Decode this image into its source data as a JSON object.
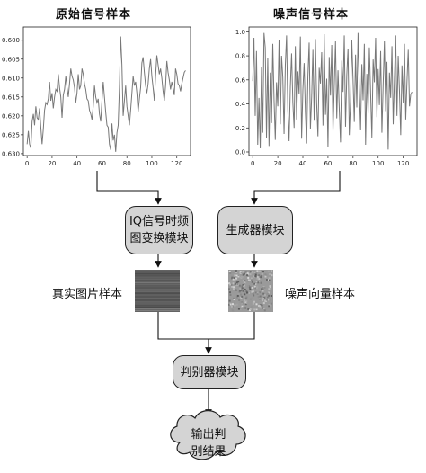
{
  "titles": {
    "original": "原始信号样本",
    "noise": "噪声信号样本"
  },
  "blocks": {
    "iq_transform": [
      "IQ信号时频",
      "图变换模块"
    ],
    "generator": "生成器模块",
    "discriminator": "判别器模块",
    "output": [
      "输出判",
      "别结果"
    ]
  },
  "labels": {
    "real_image": "真实图片样本",
    "noise_vector": "噪声向量样本"
  },
  "colors": {
    "box_fill": "#d4d4d4",
    "line": "#777777",
    "arrow": "#111111"
  },
  "chart_data": [
    {
      "type": "line",
      "title": "原始信号样本",
      "x_ticks": [
        "0",
        "20",
        "40",
        "60",
        "80",
        "100",
        "120"
      ],
      "y_ticks": [
        "0.600",
        "0.605",
        "0.610",
        "0.615",
        "0.620",
        "0.625",
        "0.630"
      ],
      "xlim": [
        -3,
        131
      ],
      "ylim": [
        0.6305,
        0.5965
      ],
      "y_inverted": true,
      "series": [
        {
          "x": [
            0,
            1,
            2,
            3,
            4,
            5,
            6,
            7,
            8,
            9,
            10,
            11,
            12,
            13,
            14,
            15,
            16,
            17,
            18,
            19,
            20,
            21,
            22,
            23,
            24,
            25,
            26,
            27,
            28,
            29,
            30,
            31,
            32,
            33,
            34,
            35,
            36,
            37,
            38,
            39,
            40,
            41,
            42,
            43,
            44,
            45,
            46,
            47,
            48,
            49,
            50,
            51,
            52,
            53,
            54,
            55,
            56,
            57,
            58,
            59,
            60,
            61,
            62,
            63,
            64,
            65,
            66,
            67,
            68,
            69,
            70,
            71,
            72,
            73,
            74,
            75,
            76,
            77,
            78,
            79,
            80,
            81,
            82,
            83,
            84,
            85,
            86,
            87,
            88,
            89,
            90,
            91,
            92,
            93,
            94,
            95,
            96,
            97,
            98,
            99,
            100,
            101,
            102,
            103,
            104,
            105,
            106,
            107,
            108,
            109,
            110,
            111,
            112,
            113,
            114,
            115,
            116,
            117,
            118,
            119,
            120,
            121,
            122,
            123,
            124,
            125,
            126,
            127
          ],
          "values": [
            0.6275,
            0.624,
            0.6275,
            0.6285,
            0.6215,
            0.6195,
            0.6225,
            0.6175,
            0.6205,
            0.621,
            0.618,
            0.623,
            0.6275,
            0.6235,
            0.6185,
            0.6165,
            0.617,
            0.6155,
            0.611,
            0.616,
            0.614,
            0.618,
            0.615,
            0.613,
            0.6135,
            0.609,
            0.6125,
            0.615,
            0.6205,
            0.6145,
            0.613,
            0.6095,
            0.6125,
            0.615,
            0.6115,
            0.6075,
            0.6095,
            0.6105,
            0.6125,
            0.6165,
            0.614,
            0.609,
            0.613,
            0.612,
            0.6075,
            0.609,
            0.6115,
            0.613,
            0.6155,
            0.616,
            0.6185,
            0.6195,
            0.621,
            0.6175,
            0.612,
            0.615,
            0.6165,
            0.6155,
            0.6195,
            0.6215,
            0.616,
            0.611,
            0.615,
            0.619,
            0.6225,
            0.623,
            0.6275,
            0.629,
            0.622,
            0.6265,
            0.625,
            0.6295,
            0.6245,
            0.6225,
            0.6125,
            0.599,
            0.6065,
            0.62,
            0.616,
            0.612,
            0.6175,
            0.62,
            0.6225,
            0.6185,
            0.614,
            0.6095,
            0.612,
            0.611,
            0.614,
            0.619,
            0.6155,
            0.6125,
            0.606,
            0.6045,
            0.6085,
            0.612,
            0.614,
            0.6115,
            0.6075,
            0.605,
            0.6095,
            0.6125,
            0.616,
            0.6095,
            0.604,
            0.6065,
            0.609,
            0.6075,
            0.61,
            0.6135,
            0.616,
            0.612,
            0.6055,
            0.6085,
            0.6105,
            0.613,
            0.611,
            0.6125,
            0.6145,
            0.6075,
            0.609,
            0.6115,
            0.612,
            0.6135,
            0.6115,
            0.61,
            0.6085,
            0.608
          ]
        }
      ]
    },
    {
      "type": "line",
      "title": "噪声信号样本",
      "x_ticks": [
        "0",
        "20",
        "40",
        "60",
        "80",
        "100",
        "120"
      ],
      "y_ticks": [
        "0.0",
        "0.2",
        "0.4",
        "0.6",
        "0.8",
        "1.0"
      ],
      "xlim": [
        -3,
        131
      ],
      "ylim": [
        -0.03,
        1.04
      ],
      "series": [
        {
          "x": [
            0,
            1,
            2,
            3,
            4,
            5,
            6,
            7,
            8,
            9,
            10,
            11,
            12,
            13,
            14,
            15,
            16,
            17,
            18,
            19,
            20,
            21,
            22,
            23,
            24,
            25,
            26,
            27,
            28,
            29,
            30,
            31,
            32,
            33,
            34,
            35,
            36,
            37,
            38,
            39,
            40,
            41,
            42,
            43,
            44,
            45,
            46,
            47,
            48,
            49,
            50,
            51,
            52,
            53,
            54,
            55,
            56,
            57,
            58,
            59,
            60,
            61,
            62,
            63,
            64,
            65,
            66,
            67,
            68,
            69,
            70,
            71,
            72,
            73,
            74,
            75,
            76,
            77,
            78,
            79,
            80,
            81,
            82,
            83,
            84,
            85,
            86,
            87,
            88,
            89,
            90,
            91,
            92,
            93,
            94,
            95,
            96,
            97,
            98,
            99,
            100,
            101,
            102,
            103,
            104,
            105,
            106,
            107,
            108,
            109,
            110,
            111,
            112,
            113,
            114,
            115,
            116,
            117,
            118,
            119,
            120,
            121,
            122,
            123,
            124,
            125,
            126,
            127
          ],
          "values": [
            0.59,
            0.95,
            0.3,
            0.84,
            0.06,
            0.45,
            0.03,
            0.71,
            0.16,
            0.99,
            0.87,
            0.12,
            0.78,
            0.05,
            0.66,
            0.24,
            0.9,
            0.44,
            0.1,
            0.58,
            0.38,
            0.93,
            0.23,
            0.8,
            0.62,
            0.15,
            0.72,
            0.97,
            0.35,
            0.09,
            0.54,
            0.82,
            0.41,
            0.2,
            0.88,
            0.27,
            0.67,
            0.48,
            0.96,
            0.11,
            0.52,
            0.74,
            0.33,
            0.07,
            0.63,
            0.91,
            0.19,
            0.46,
            0.85,
            0.26,
            0.94,
            0.4,
            0.13,
            0.7,
            0.57,
            0.83,
            0.22,
            0.98,
            0.31,
            0.61,
            0.04,
            0.79,
            0.47,
            0.89,
            0.17,
            0.55,
            0.92,
            0.28,
            0.68,
            0.36,
            0.08,
            0.76,
            0.5,
            0.97,
            0.21,
            0.64,
            0.86,
            0.14,
            0.42,
            0.93,
            0.6,
            0.25,
            0.81,
            0.37,
            0.99,
            0.53,
            0.18,
            0.73,
            0.43,
            0.9,
            0.06,
            0.65,
            0.32,
            0.87,
            0.49,
            0.12,
            0.77,
            0.58,
            0.95,
            0.29,
            0.69,
            0.39,
            0.84,
            0.16,
            0.56,
            0.92,
            0.34,
            0.75,
            0.02,
            0.66,
            0.45,
            0.88,
            0.23,
            0.61,
            0.97,
            0.3,
            0.8,
            0.51,
            0.14,
            0.72,
            0.41,
            0.9,
            0.27,
            0.59,
            0.85,
            0.38,
            0.48,
            0.5
          ]
        }
      ]
    }
  ]
}
